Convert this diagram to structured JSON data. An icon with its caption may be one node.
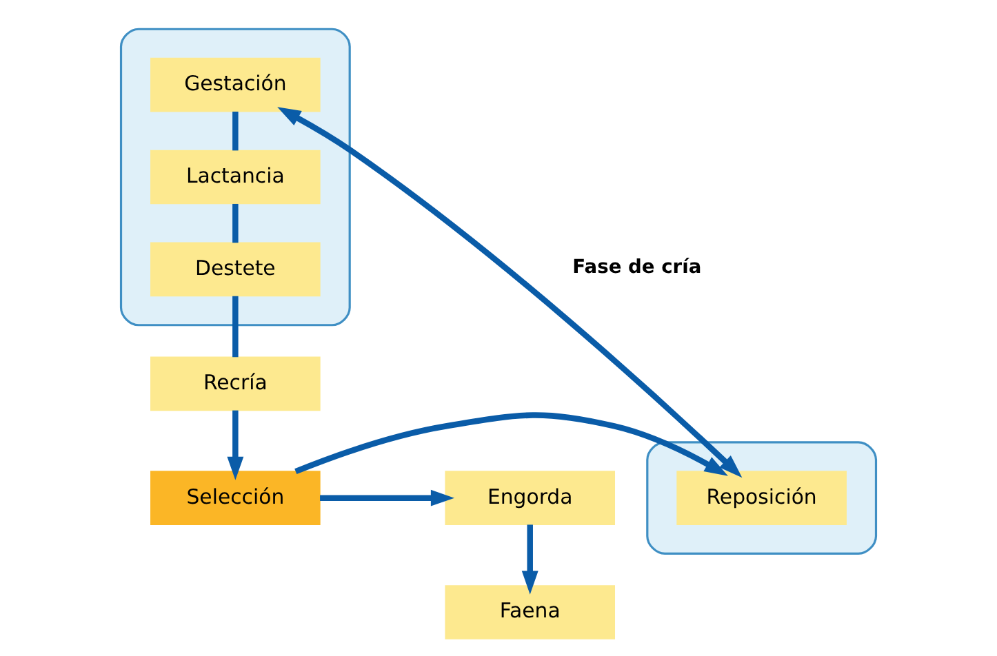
{
  "diagram": {
    "nodes": [
      {
        "text": [],
        "shape": "box"
      },
      {
        "text": [
          "Gestación"
        ],
        "in": 0
      },
      {
        "text": [
          "Lactancia"
        ],
        "in": 0
      },
      {
        "text": [
          "Destete"
        ],
        "in": 0
      },
      {
        "text": [
          "Recría"
        ]
      },
      {
        "text": [
          "Selección"
        ]
      },
      {
        "text": [
          "Engorda"
        ]
      },
      {
        "text": [
          "Faena"
        ]
      },
      {
        "text": [],
        "shape": "box"
      },
      {
        "text": [
          "Reposición"
        ],
        "in": 8
      }
    ],
    "edges": [
      {
        "from": 1,
        "to": 2,
        "arrow": "none"
      },
      {
        "from": 2,
        "to": 3,
        "arrow": "none"
      },
      {
        "from": 3,
        "to": 4,
        "arrow": "none"
      },
      {
        "from": 4,
        "to": 5,
        "arrow": "to"
      },
      {
        "from": 5,
        "to": 6,
        "arrow": "to"
      },
      {
        "from": 6,
        "to": 7,
        "arrow": "to"
      },
      {
        "from": 5,
        "to": 9,
        "arrow": "to"
      },
      {
        "from": 9,
        "to": 1,
        "arrow": "both",
        "label": "Fase de cría"
      }
    ]
  }
}
